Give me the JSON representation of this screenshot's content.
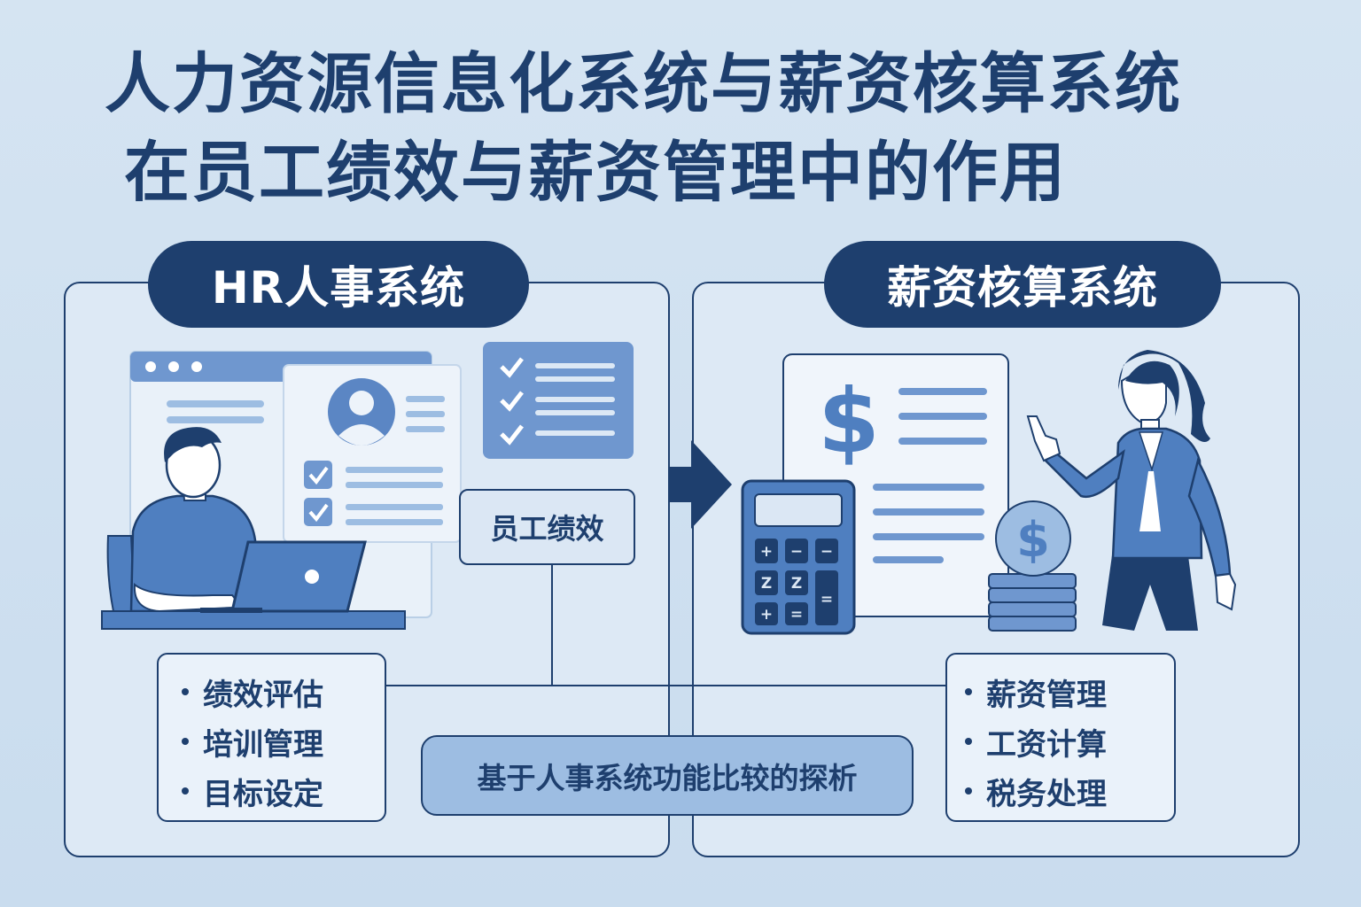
{
  "title": {
    "line1": "人力资源信息化系统与薪资核算系统",
    "line2": "在员工绩效与薪资管理中的作用"
  },
  "hr_panel": {
    "header": "HR人事系统",
    "performance_label": "员工绩效",
    "items": [
      "绩效评估",
      "培训管理",
      "目标设定"
    ]
  },
  "payroll_panel": {
    "header": "薪资核算系统",
    "items": [
      "薪资管理",
      "工资计算",
      "税务处理"
    ]
  },
  "comparison_label": "基于人事系统功能比较的探析",
  "icons": {
    "dollar": "$",
    "calc_keys": [
      "+",
      "−",
      "−",
      "Z",
      "Z",
      "=",
      "+",
      "="
    ]
  },
  "colors": {
    "navy": "#1e3f6e",
    "mid_blue": "#4f7fc0",
    "light_blue": "#9dbde2",
    "background": "#cfe0f0"
  }
}
